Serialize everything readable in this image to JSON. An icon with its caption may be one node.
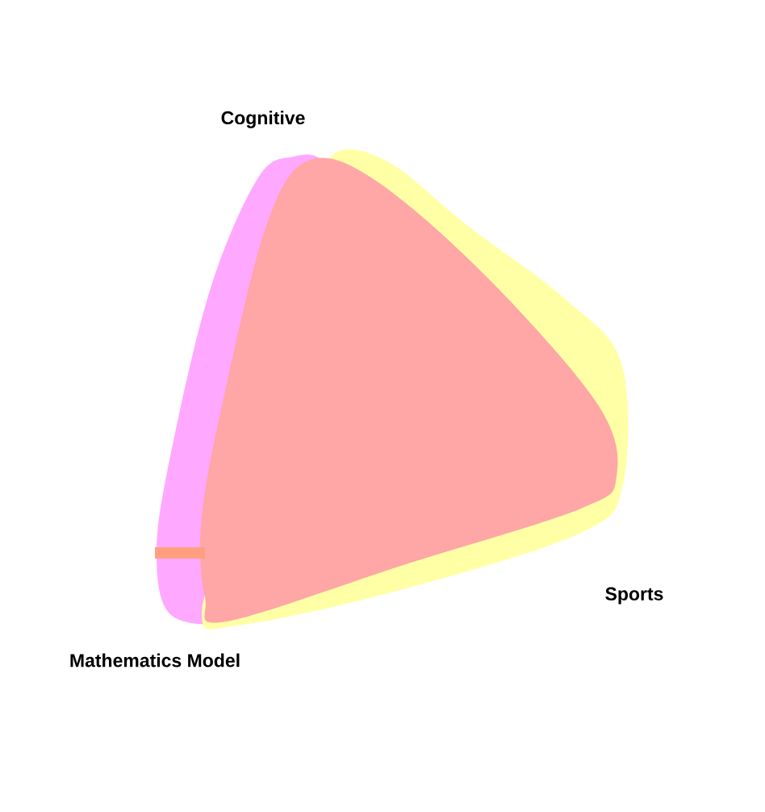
{
  "diagram": {
    "labels": [
      "Cognitive",
      "Sports",
      "Mathematics Model"
    ]
  }
}
